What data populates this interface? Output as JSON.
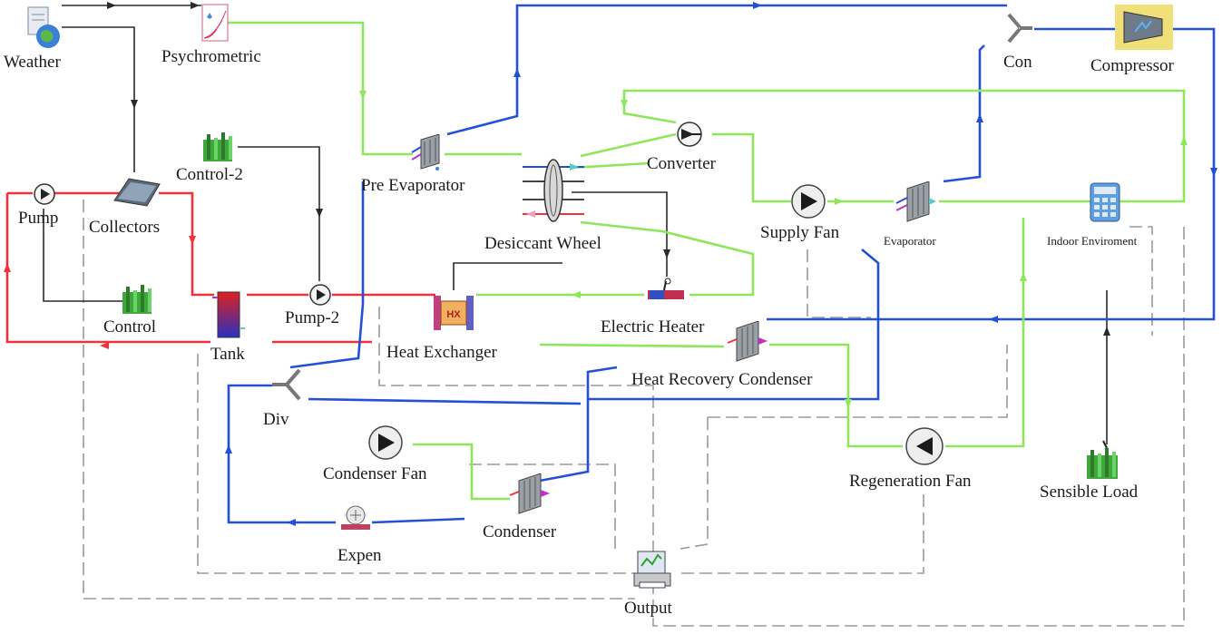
{
  "colors": {
    "solar_loop": "#f0323c",
    "refrigerant_loop": "#2350d8",
    "air_loop": "#8ee65a",
    "control_signal": "#2a2a2a",
    "output_signal": "#9a9a9a",
    "compressor_highlight": "#f0e07a"
  },
  "components": {
    "weather": {
      "label": "Weather",
      "icon": "weather-icon"
    },
    "psychrometric": {
      "label": "Psychrometric",
      "icon": "psychrometric-chart-icon"
    },
    "con": {
      "label": "Con",
      "icon": "mixer-icon"
    },
    "compressor": {
      "label": "Compressor",
      "icon": "compressor-icon"
    },
    "pump": {
      "label": "Pump",
      "icon": "pump-icon"
    },
    "collectors": {
      "label": "Collectors",
      "icon": "solar-collector-icon"
    },
    "control_2": {
      "label": "Control-2",
      "icon": "controller-icon"
    },
    "pre_evaporator": {
      "label": "Pre Evaporator",
      "icon": "coil-icon"
    },
    "converter": {
      "label": "Converter",
      "icon": "converter-icon"
    },
    "desiccant_wheel": {
      "label": "Desiccant Wheel",
      "icon": "desiccant-wheel-icon"
    },
    "supply_fan": {
      "label": "Supply Fan",
      "icon": "fan-icon"
    },
    "evaporator": {
      "label": "Evaporator",
      "icon": "coil-icon"
    },
    "indoor_environment": {
      "label": "Indoor Enviroment",
      "icon": "calculator-icon"
    },
    "control": {
      "label": "Control",
      "icon": "controller-icon"
    },
    "tank": {
      "label": "Tank",
      "icon": "storage-tank-icon"
    },
    "pump_2": {
      "label": "Pump-2",
      "icon": "pump-icon"
    },
    "heat_exchanger": {
      "label": "Heat Exchanger",
      "icon": "heat-exchanger-icon",
      "badge": "HX"
    },
    "electric_heater": {
      "label": "Electric Heater",
      "icon": "electric-heater-icon"
    },
    "heat_recovery_condenser": {
      "label": "Heat Recovery Condenser",
      "icon": "coil-icon"
    },
    "div": {
      "label": "Div",
      "icon": "diverter-icon"
    },
    "condenser_fan": {
      "label": "Condenser Fan",
      "icon": "fan-icon"
    },
    "regeneration_fan": {
      "label": "Regeneration Fan",
      "icon": "fan-icon"
    },
    "sensible_load": {
      "label": "Sensible Load",
      "icon": "controller-icon"
    },
    "condenser": {
      "label": "Condenser",
      "icon": "coil-icon"
    },
    "expen": {
      "label": "Expen",
      "icon": "expansion-valve-icon"
    },
    "output": {
      "label": "Output",
      "icon": "printer-output-icon"
    }
  }
}
